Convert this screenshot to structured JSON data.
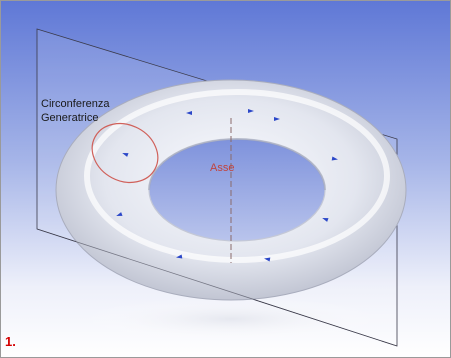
{
  "figure": {
    "labels": {
      "generating_circle_line1": "Circonferenza",
      "generating_circle_line2": "Generatrice",
      "axis": "Asse"
    },
    "figure_number": "1.",
    "colors": {
      "background_top": "#5f78d6",
      "background_bottom": "#ffffff",
      "torus_body": "#e8eaf2",
      "generating_circle": "#d0605a",
      "axis_line": "#8a6a6a",
      "direction_arrows": "#2b47c8",
      "figure_number": "#d40000"
    },
    "direction_arrow_count": 9
  }
}
